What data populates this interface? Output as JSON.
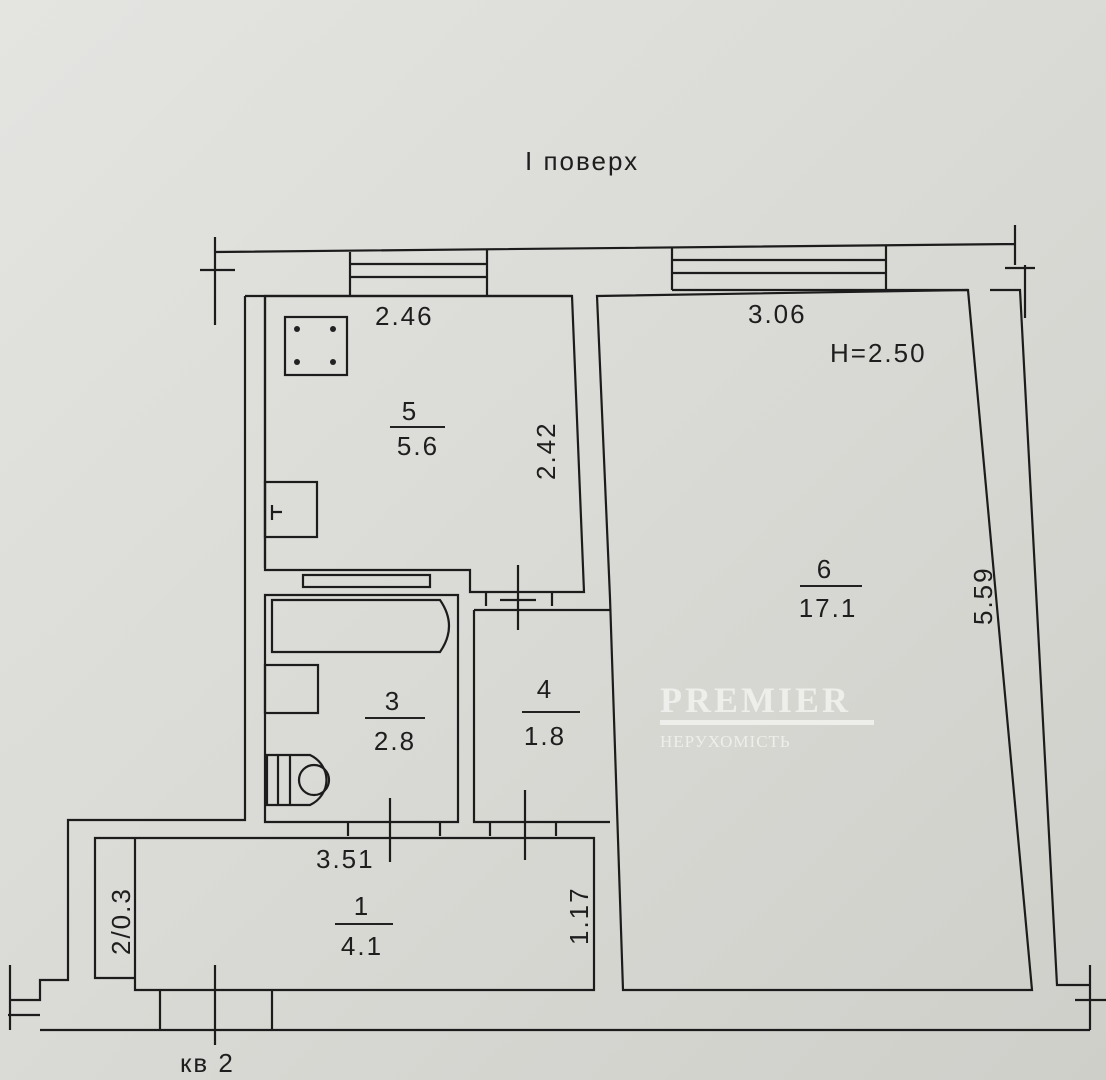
{
  "floor_title": "І поверх",
  "ceiling_height": "H=2.50",
  "rooms": [
    {
      "number": "1",
      "area": "4.1"
    },
    {
      "number": "2",
      "area": "0.3"
    },
    {
      "number": "3",
      "area": "2.8"
    },
    {
      "number": "4",
      "area": "1.8"
    },
    {
      "number": "5",
      "area": "5.6"
    },
    {
      "number": "6",
      "area": "17.1"
    }
  ],
  "dimensions": {
    "kitchen_width": "2.46",
    "kitchen_depth": "2.42",
    "living_width": "3.06",
    "living_depth": "5.59",
    "hall_width": "3.51",
    "hall_depth": "1.17"
  },
  "closet_label": "2/0.3",
  "neighbor_label": "кв 2",
  "watermark": {
    "brand": "PREMIER",
    "subtitle": "НЕРУХОМІСТЬ"
  }
}
